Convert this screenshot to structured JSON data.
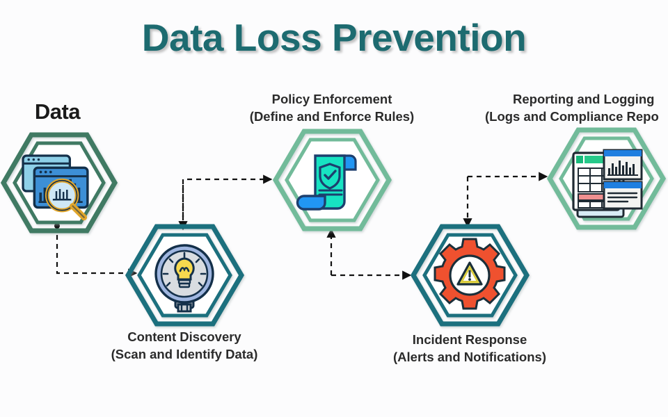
{
  "page": {
    "title": "Data Loss Prevention",
    "background_color": "#fcfcfd",
    "title_color": "#1d6b70"
  },
  "diagram": {
    "type": "process-flow",
    "shape": "hexagon",
    "nodes": [
      {
        "id": "data",
        "label": "Data",
        "sublabel": "",
        "icon": "data-windows-chart-magnifier-icon",
        "ring_color": "#3f7a63",
        "label_position": "above"
      },
      {
        "id": "content-discovery",
        "label": "Content Discovery",
        "sublabel": "(Scan and Identify Data)",
        "icon": "lightbulb-gauge-icon",
        "ring_color": "#1b6f7e",
        "label_position": "below"
      },
      {
        "id": "policy-enforcement",
        "label": "Policy Enforcement",
        "sublabel": "(Define and Enforce Rules)",
        "icon": "scroll-shield-check-icon",
        "ring_color": "#72bb9a",
        "label_position": "above"
      },
      {
        "id": "incident-response",
        "label": "Incident Response",
        "sublabel": "(Alerts and Notifications)",
        "icon": "gear-warning-icon",
        "ring_color": "#1b6f7e",
        "label_position": "below"
      },
      {
        "id": "reporting-logging",
        "label": "Reporting and Logging",
        "sublabel": "(Logs and Compliance Repo",
        "icon": "report-spreadsheet-chart-icon",
        "ring_color": "#72bb9a",
        "label_position": "above"
      }
    ],
    "connectors": [
      {
        "from": "data",
        "to": "content-discovery",
        "style": "dashed",
        "arrow": "end"
      },
      {
        "from": "content-discovery",
        "to": "policy-enforcement",
        "style": "dashed",
        "arrow": "end"
      },
      {
        "from": "policy-enforcement",
        "to": "incident-response",
        "style": "dashed",
        "arrow": "end"
      },
      {
        "from": "incident-response",
        "to": "reporting-logging",
        "style": "dashed",
        "arrow": "end"
      }
    ]
  }
}
